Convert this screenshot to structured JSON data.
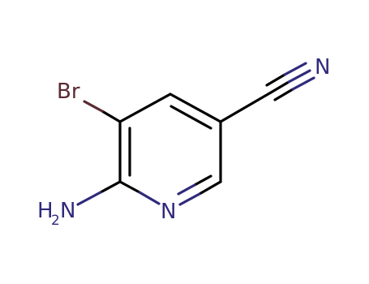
{
  "molecule": {
    "atoms": {
      "br": "Br",
      "n_nitrile": "N",
      "n_ring": "N",
      "nh2_main": "H",
      "nh2_sub": "2",
      "nh2_n": "N"
    },
    "colors": {
      "bond": "#000000",
      "nitrogen": "#302a7c",
      "bromine": "#5a2a32"
    }
  }
}
